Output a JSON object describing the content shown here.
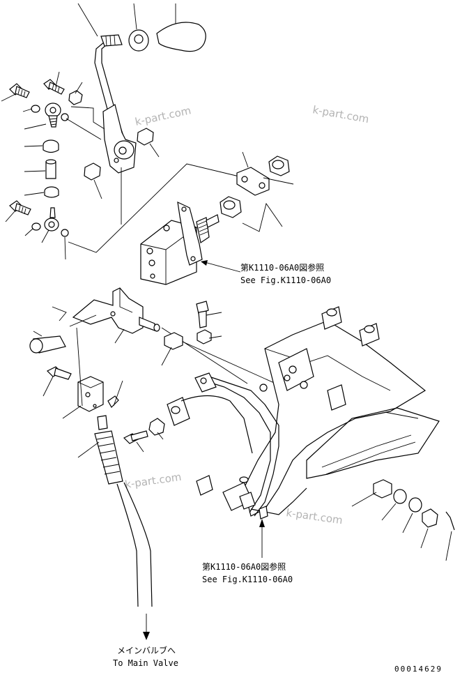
{
  "watermarks": [
    "k-part.com",
    "k-part.com",
    "k-part.com",
    "k-part.com"
  ],
  "references": {
    "upper_jp": "第K1110-06A0図参照",
    "upper_en": "See Fig.K1110-06A0",
    "lower_jp": "第K1110-06A0図参照",
    "lower_en": "See Fig.K1110-06A0"
  },
  "destination": {
    "jp": "メインバルブへ",
    "en": "To Main Valve"
  },
  "drawing_code": "00014629"
}
